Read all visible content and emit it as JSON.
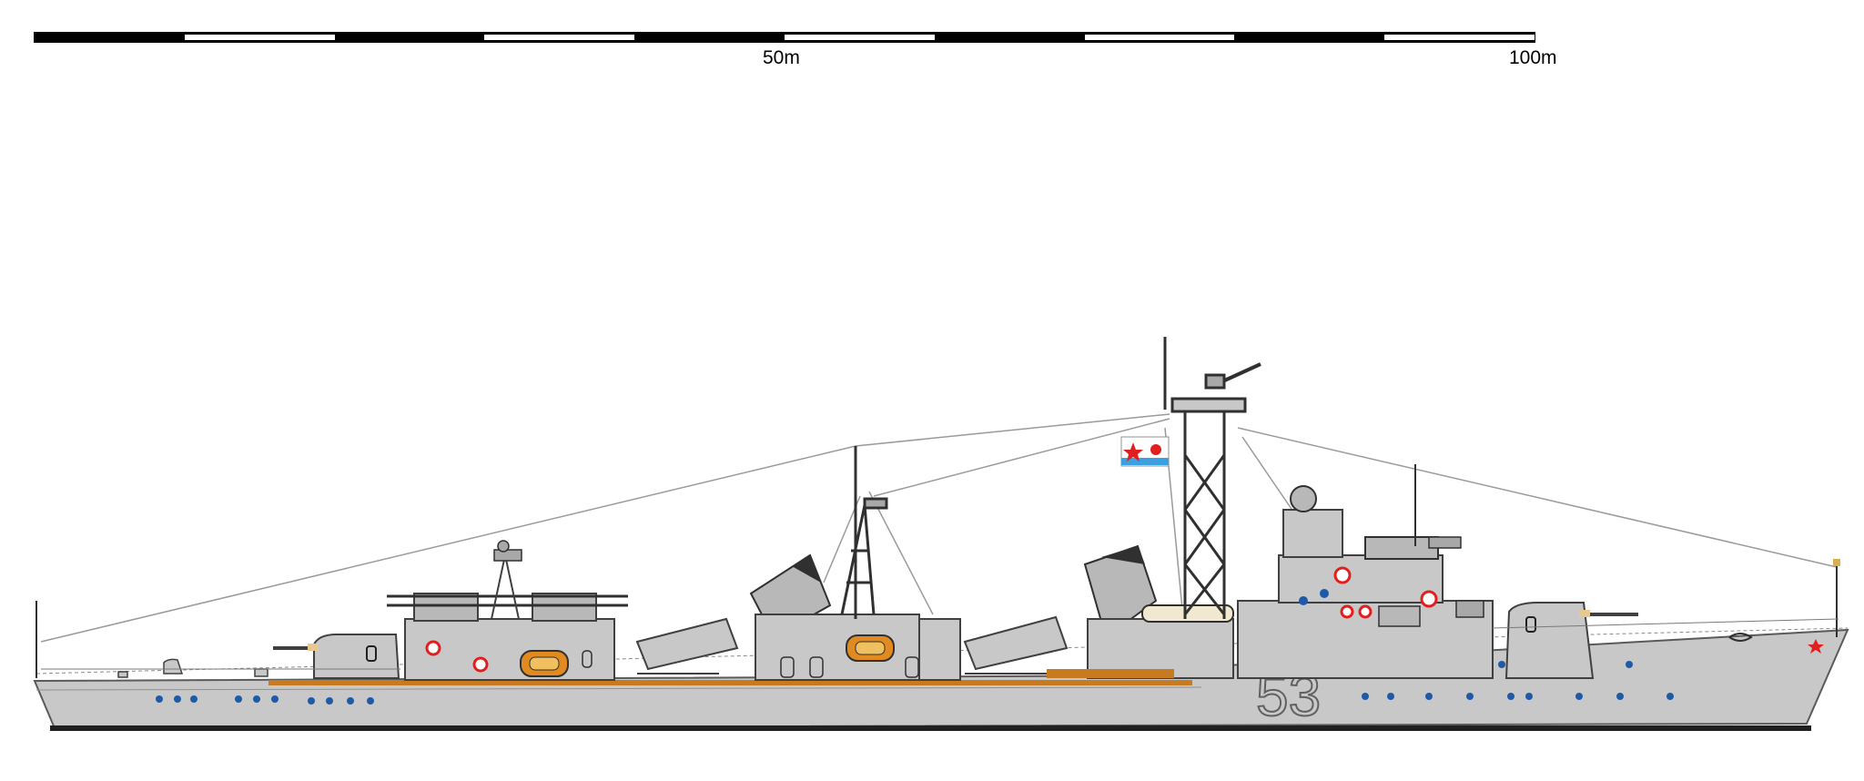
{
  "scale": {
    "segments": 10,
    "labels": [
      "50m",
      "100m"
    ]
  },
  "ship": {
    "hull_number": "53",
    "colors": {
      "hull": "#c8c8c8",
      "hull_dark": "#5a5a5a",
      "deck_wood": "#c87a20",
      "portholes": "#1f5aa8",
      "flag_red": "#e02020",
      "flag_blue": "#3aa0e0"
    }
  }
}
